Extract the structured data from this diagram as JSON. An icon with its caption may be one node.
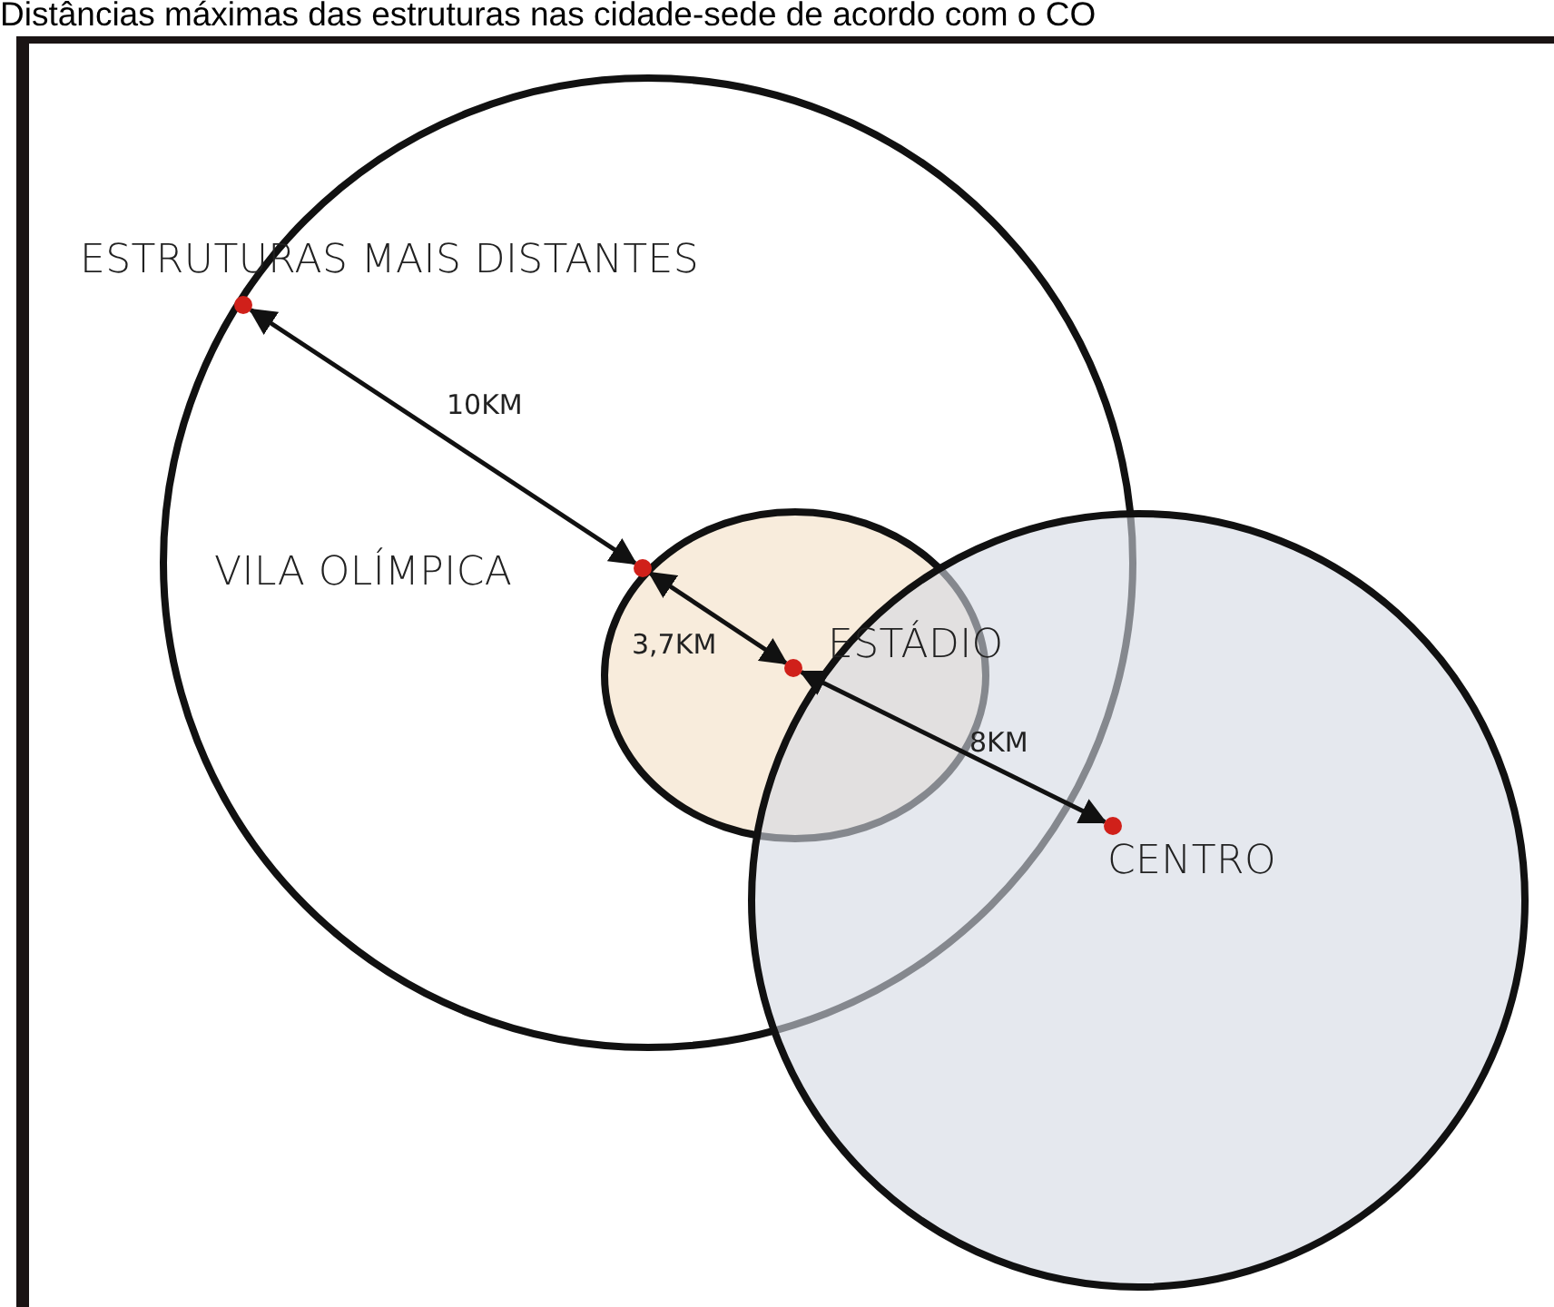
{
  "diagram": {
    "title": "Distâncias máximas das estruturas nas cidade-sede de acordo com o CO",
    "nodes": [
      {
        "text": [],
        "shape": "circle",
        "beside": [
          "ESTRUTURAS MAIS DISTANTES"
        ]
      },
      {
        "text": [],
        "shape": "circle",
        "beside": [
          "VILA OLÍMPICA"
        ]
      },
      {
        "text": [],
        "shape": "circle",
        "beside": [
          "ESTÁDIO"
        ]
      },
      {
        "text": [],
        "shape": "circle",
        "beside": [
          "CENTRO"
        ]
      }
    ],
    "edges": [
      {
        "from": 0,
        "to": 1,
        "arrow": "both",
        "label": "10KM"
      },
      {
        "from": 1,
        "to": 2,
        "arrow": "both",
        "label": "3,7KM"
      },
      {
        "from": 2,
        "to": 3,
        "arrow": "both",
        "label": "8KM"
      }
    ]
  }
}
